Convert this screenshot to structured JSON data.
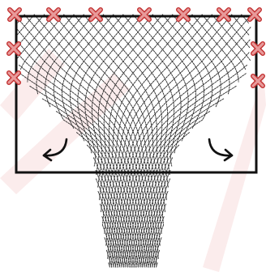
{
  "diagram": {
    "colors": {
      "background": "#ffffff",
      "frame": "#111111",
      "net": "#2a2a2a",
      "marker_fill": "#e89a9a",
      "marker_stroke": "#c23030",
      "arrow": "#111111",
      "watermark": "#fbecec"
    },
    "markers": {
      "icon": "cross-icon",
      "top_edge_count": 7,
      "left_edge_count": 2,
      "right_edge_count": 2
    },
    "arrows": [
      {
        "name": "left-fold-arrow",
        "icon": "curved-arrow-icon"
      },
      {
        "name": "right-fold-arrow",
        "icon": "curved-arrow-icon"
      }
    ]
  }
}
